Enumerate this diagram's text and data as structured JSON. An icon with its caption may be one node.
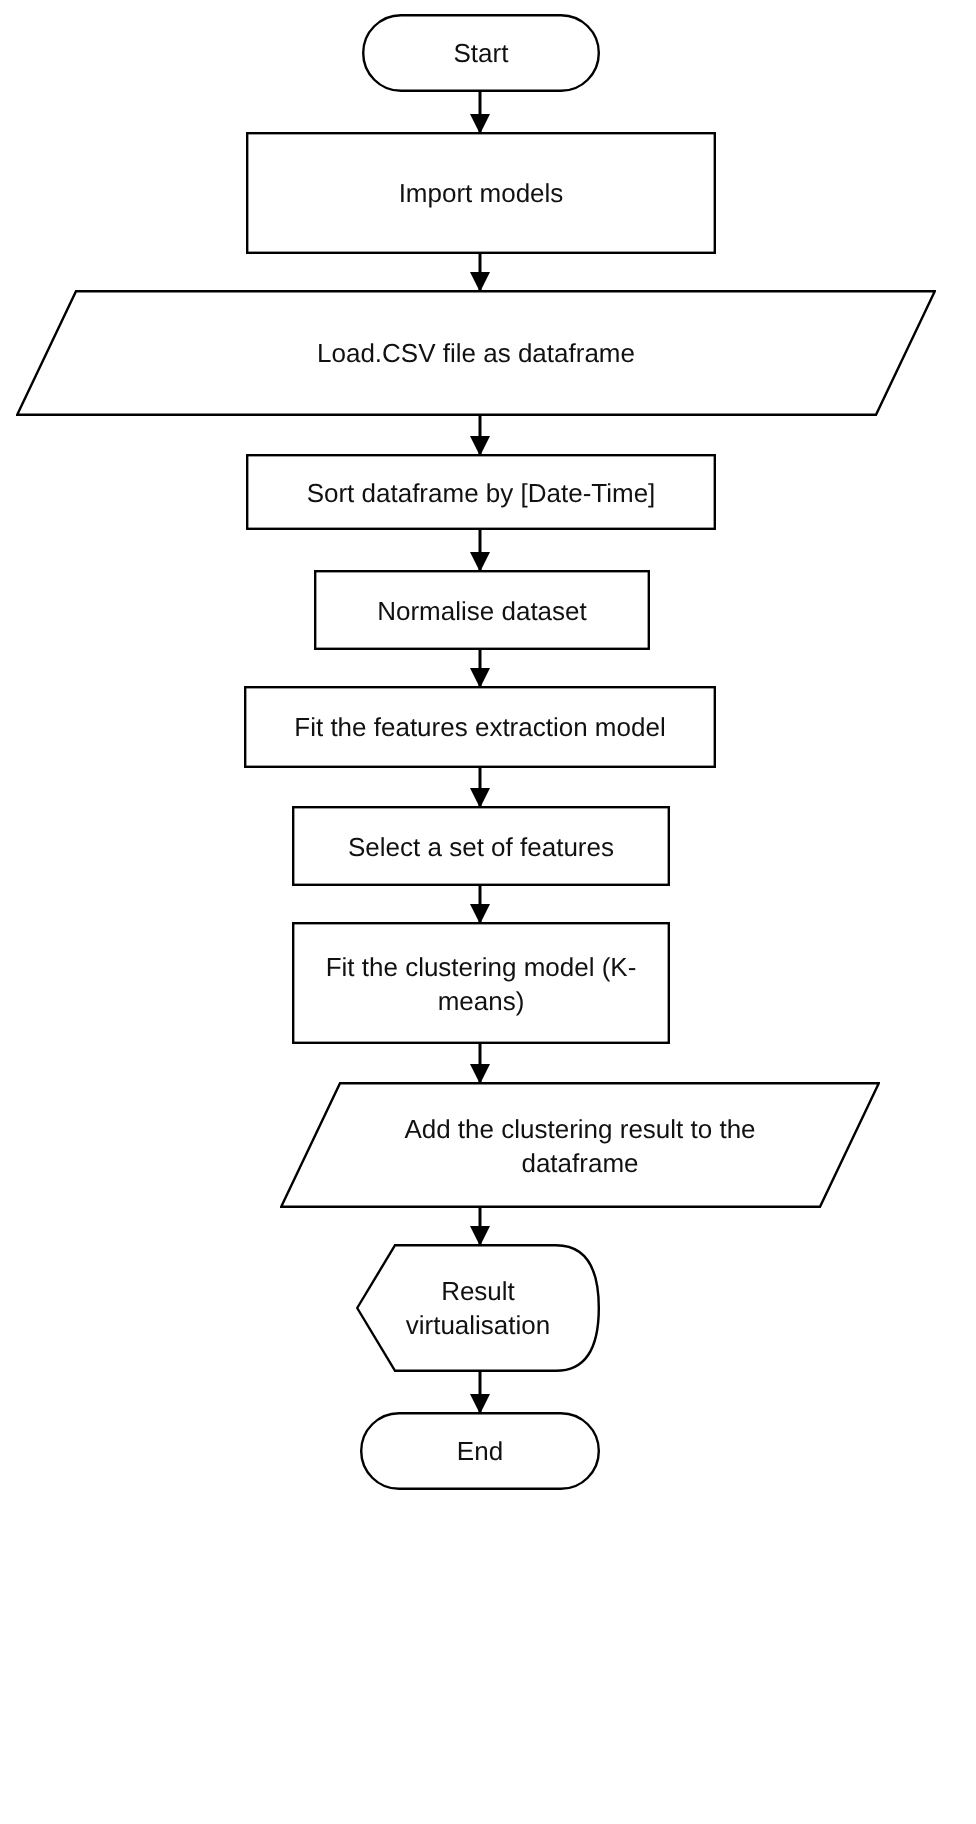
{
  "diagram": {
    "nodes": [
      {
        "text": [
          "Start"
        ]
      },
      {
        "text": [
          "Import models"
        ]
      },
      {
        "text": [
          "Load.CSV file as dataframe"
        ]
      },
      {
        "text": [
          "Sort dataframe by [Date-Time]"
        ]
      },
      {
        "text": [
          "Normalise dataset"
        ]
      },
      {
        "text": [
          "Fit the features extraction model"
        ]
      },
      {
        "text": [
          "Select a set of features"
        ]
      },
      {
        "text": [
          "Fit the clustering model (K-means)"
        ]
      },
      {
        "text": [
          "Add the clustering result to the dataframe"
        ]
      },
      {
        "text": [
          "Result virtualisation"
        ]
      },
      {
        "text": [
          "End"
        ]
      }
    ],
    "edges": [
      {
        "from": 0,
        "to": 1,
        "arrow": "to"
      },
      {
        "from": 1,
        "to": 2,
        "arrow": "to"
      },
      {
        "from": 2,
        "to": 3,
        "arrow": "to"
      },
      {
        "from": 3,
        "to": 4,
        "arrow": "to"
      },
      {
        "from": 4,
        "to": 5,
        "arrow": "to"
      },
      {
        "from": 5,
        "to": 6,
        "arrow": "to"
      },
      {
        "from": 6,
        "to": 7,
        "arrow": "to"
      },
      {
        "from": 7,
        "to": 8,
        "arrow": "to"
      },
      {
        "from": 8,
        "to": 9,
        "arrow": "to"
      },
      {
        "from": 9,
        "to": 10,
        "arrow": "to"
      }
    ]
  }
}
